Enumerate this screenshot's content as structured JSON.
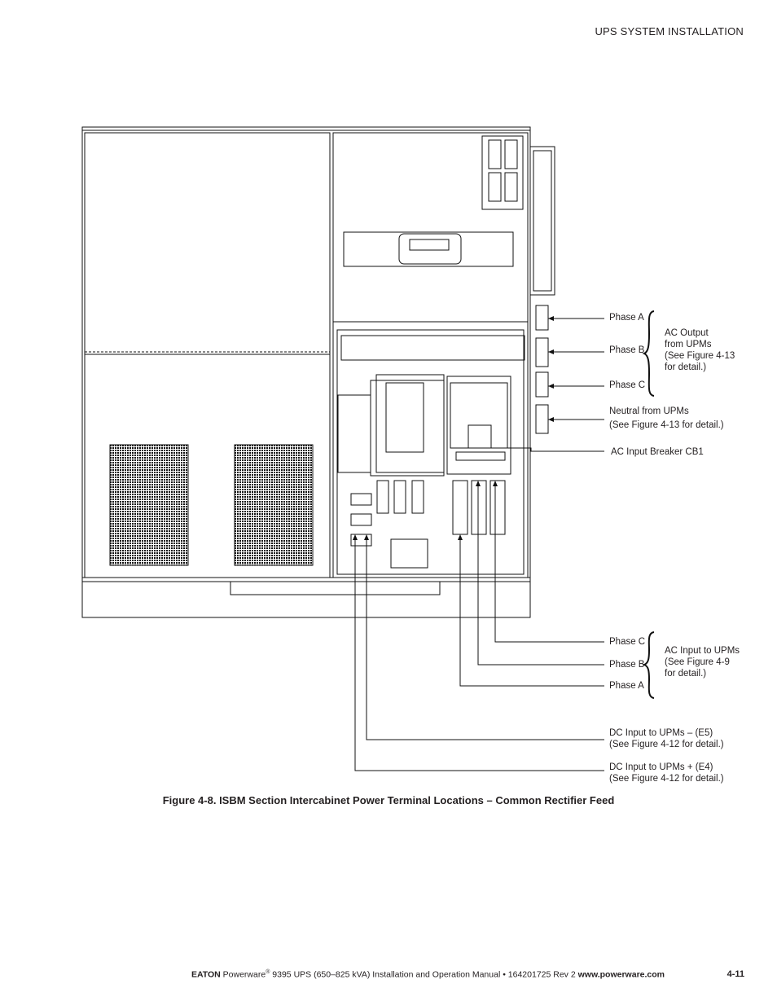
{
  "header": {
    "section": "UPS SYSTEM INSTALLATION"
  },
  "callouts": {
    "ac_output": {
      "phase_a": "Phase A",
      "phase_b": "Phase B",
      "phase_c": "Phase C",
      "group_line1": "AC Output",
      "group_line2": "from UPMs",
      "group_line3": "(See Figure 4-13",
      "group_line4": "for detail.)"
    },
    "neutral": {
      "line1": "Neutral from UPMs",
      "line2": "(See Figure 4-13 for detail.)"
    },
    "breaker": {
      "label": "AC Input Breaker CB1"
    },
    "ac_input": {
      "phase_c": "Phase C",
      "phase_b": "Phase B",
      "phase_a": "Phase A",
      "group_line1": "AC Input to UPMs",
      "group_line2": "(See Figure 4-9",
      "group_line3": "for detail.)"
    },
    "dc_minus": {
      "line1": "DC Input to UPMs –  (E5)",
      "line2": "(See Figure 4-12 for detail.)"
    },
    "dc_plus": {
      "line1": "DC Input to UPMs +  (E4)",
      "line2": "(See Figure 4-12 for detail.)"
    }
  },
  "figure": {
    "caption": "Figure 4-8. ISBM Section Intercabinet Power Terminal Locations – Common Rectifier Feed"
  },
  "footer": {
    "brand": "EATON",
    "product": "Powerware",
    "reg": "®",
    "manual": " 9395 UPS (650–825 kVA) Installation and Operation Manual  •  164201725 Rev 2 ",
    "url": "www.powerware.com",
    "page": "4-11"
  }
}
